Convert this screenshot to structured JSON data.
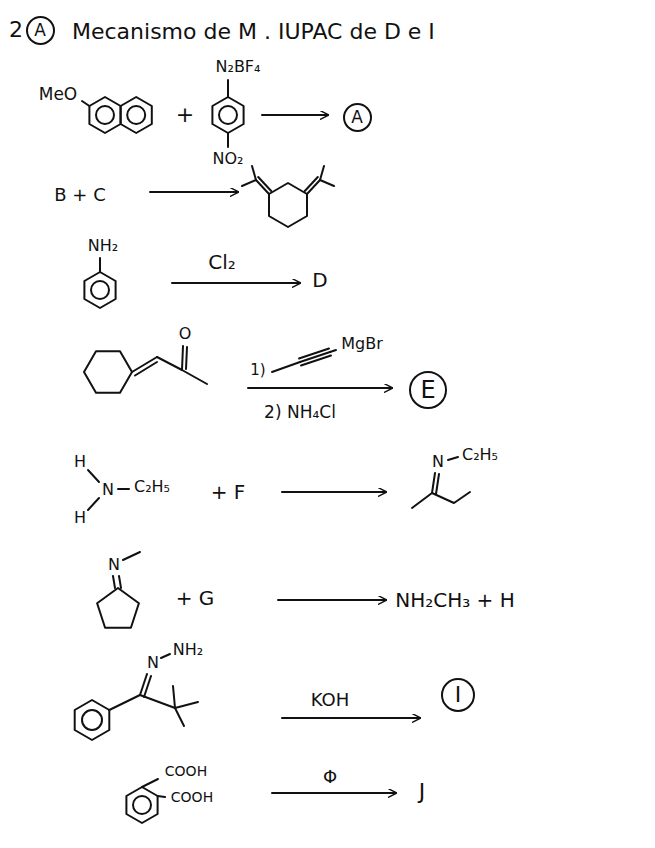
{
  "diagram": {
    "title": "Mecanismo de M . IUPAC de D e I",
    "nodes": [
      {
        "text": [
          "A"
        ]
      },
      {
        "text": [
          "A"
        ]
      },
      {
        "text": [
          "E"
        ]
      },
      {
        "text": [
          "I"
        ]
      }
    ],
    "labels": [
      "2",
      "MeO",
      "+",
      "N₂BF₄",
      "NO₂",
      "B + C",
      "NH₂",
      "Cl₂",
      "D",
      "O",
      "1)",
      "MgBr",
      "2) NH₄Cl",
      "H",
      "N",
      "C₂H₅",
      "H",
      "+ F",
      "N",
      "C₂H₅",
      "N",
      "+ G",
      "NH₂CH₃ + H",
      "N",
      "NH₂",
      "KOH",
      "COOH",
      "COOH",
      "Φ",
      "J"
    ]
  }
}
